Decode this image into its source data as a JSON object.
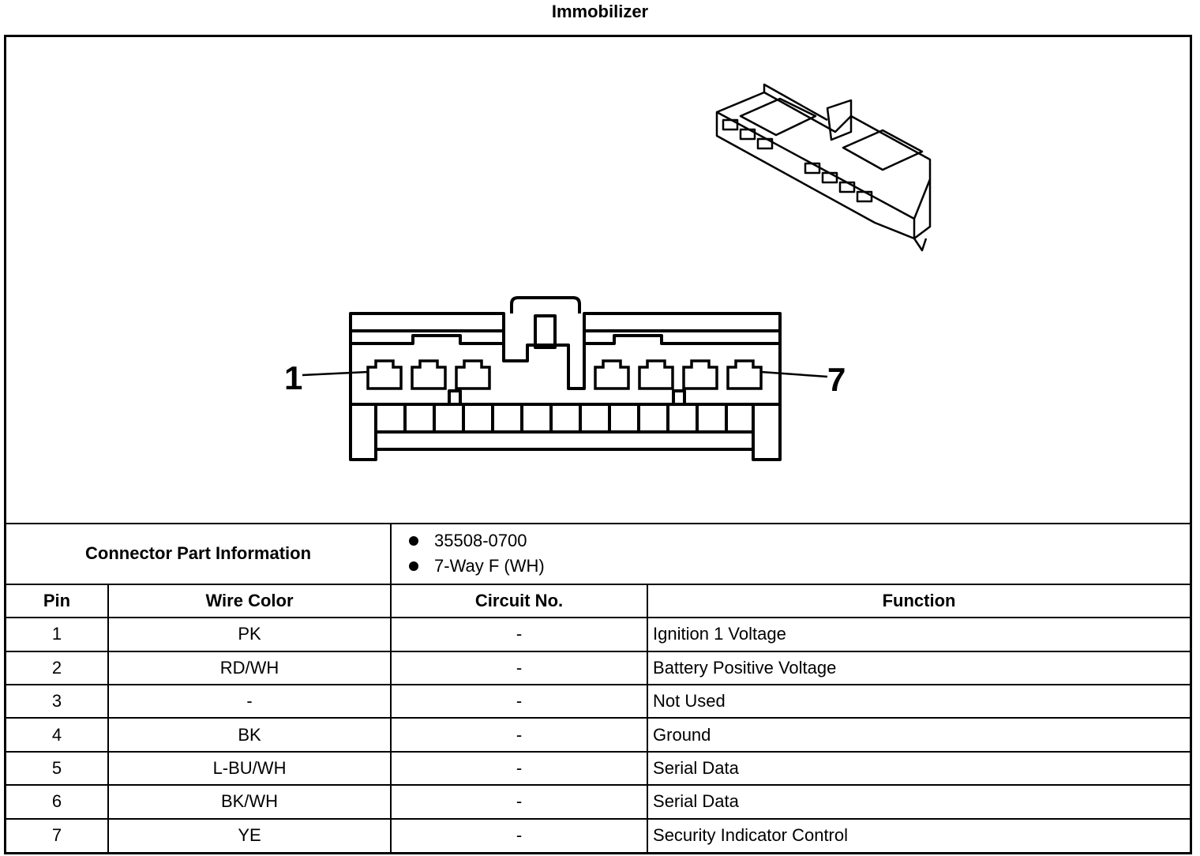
{
  "title": "Immobilizer",
  "diagram": {
    "pin_label_left": "1",
    "pin_label_right": "7"
  },
  "connector_info": {
    "label": "Connector Part Information",
    "items": [
      "35508-0700",
      "7-Way F (WH)"
    ]
  },
  "table": {
    "headers": [
      "Pin",
      "Wire Color",
      "Circuit No.",
      "Function"
    ],
    "rows": [
      {
        "pin": "1",
        "wire": "PK",
        "circuit": "-",
        "function": "Ignition 1 Voltage"
      },
      {
        "pin": "2",
        "wire": "RD/WH",
        "circuit": "-",
        "function": "Battery Positive Voltage"
      },
      {
        "pin": "3",
        "wire": "-",
        "circuit": "-",
        "function": "Not Used"
      },
      {
        "pin": "4",
        "wire": "BK",
        "circuit": "-",
        "function": "Ground"
      },
      {
        "pin": "5",
        "wire": "L-BU/WH",
        "circuit": "-",
        "function": "Serial Data"
      },
      {
        "pin": "6",
        "wire": "BK/WH",
        "circuit": "-",
        "function": "Serial Data"
      },
      {
        "pin": "7",
        "wire": "YE",
        "circuit": "-",
        "function": "Security Indicator Control"
      }
    ]
  }
}
